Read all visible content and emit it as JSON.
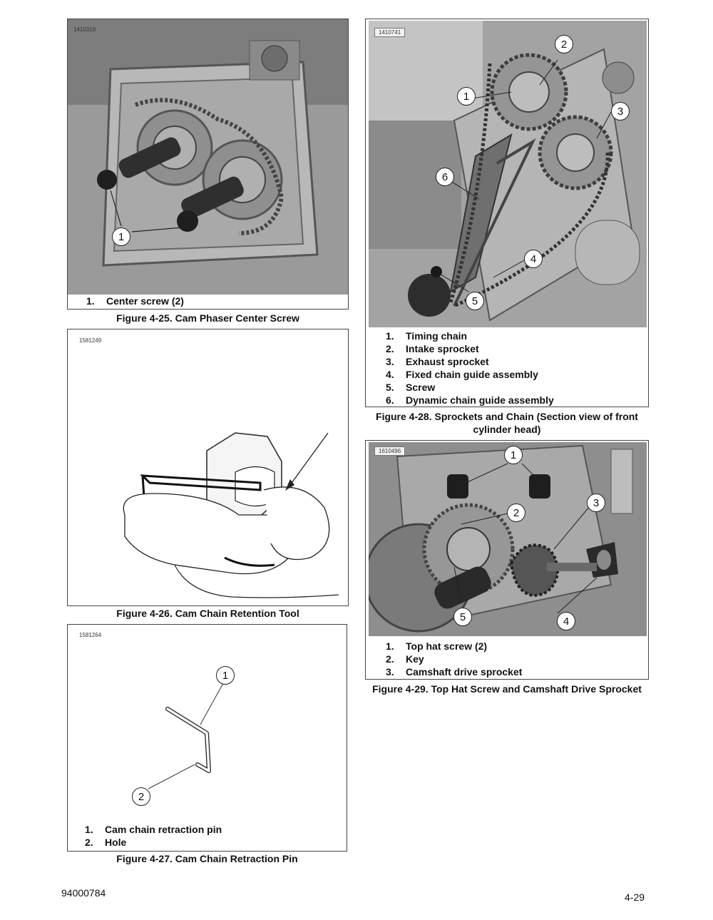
{
  "figure_4_25": {
    "id": "1410318",
    "callouts": [
      "1"
    ],
    "legend": [
      {
        "num": "1.",
        "text": "Center screw (2)"
      }
    ],
    "caption": "Figure 4-25. Cam Phaser Center Screw"
  },
  "figure_4_26": {
    "id": "1581249",
    "caption": "Figure 4-26. Cam Chain Retention Tool"
  },
  "figure_4_27": {
    "id": "1581264",
    "callouts": [
      "1",
      "2"
    ],
    "legend": [
      {
        "num": "1.",
        "text": "Cam chain retraction pin"
      },
      {
        "num": "2.",
        "text": "Hole"
      }
    ],
    "caption": "Figure 4-27. Cam Chain Retraction Pin"
  },
  "figure_4_28": {
    "id": "1410741",
    "callouts": [
      "1",
      "2",
      "3",
      "4",
      "5",
      "6"
    ],
    "legend": [
      {
        "num": "1.",
        "text": "Timing chain"
      },
      {
        "num": "2.",
        "text": "Intake sprocket"
      },
      {
        "num": "3.",
        "text": "Exhaust sprocket"
      },
      {
        "num": "4.",
        "text": "Fixed chain guide assembly"
      },
      {
        "num": "5.",
        "text": "Screw"
      },
      {
        "num": "6.",
        "text": "Dynamic chain guide assembly"
      }
    ],
    "caption_line1": "Figure 4-28. Sprockets and Chain (Section view of front",
    "caption_line2": "cylinder head)"
  },
  "figure_4_29": {
    "id": "1610496",
    "callouts": [
      "1",
      "2",
      "3",
      "4",
      "5"
    ],
    "legend": [
      {
        "num": "1.",
        "text": "Top hat screw (2)"
      },
      {
        "num": "2.",
        "text": "Key"
      },
      {
        "num": "3.",
        "text": "Camshaft drive sprocket"
      }
    ],
    "caption": "Figure 4-29. Top Hat Screw and Camshaft Drive Sprocket"
  },
  "footer": {
    "doc_number": "94000784",
    "page_number": "4-29"
  }
}
